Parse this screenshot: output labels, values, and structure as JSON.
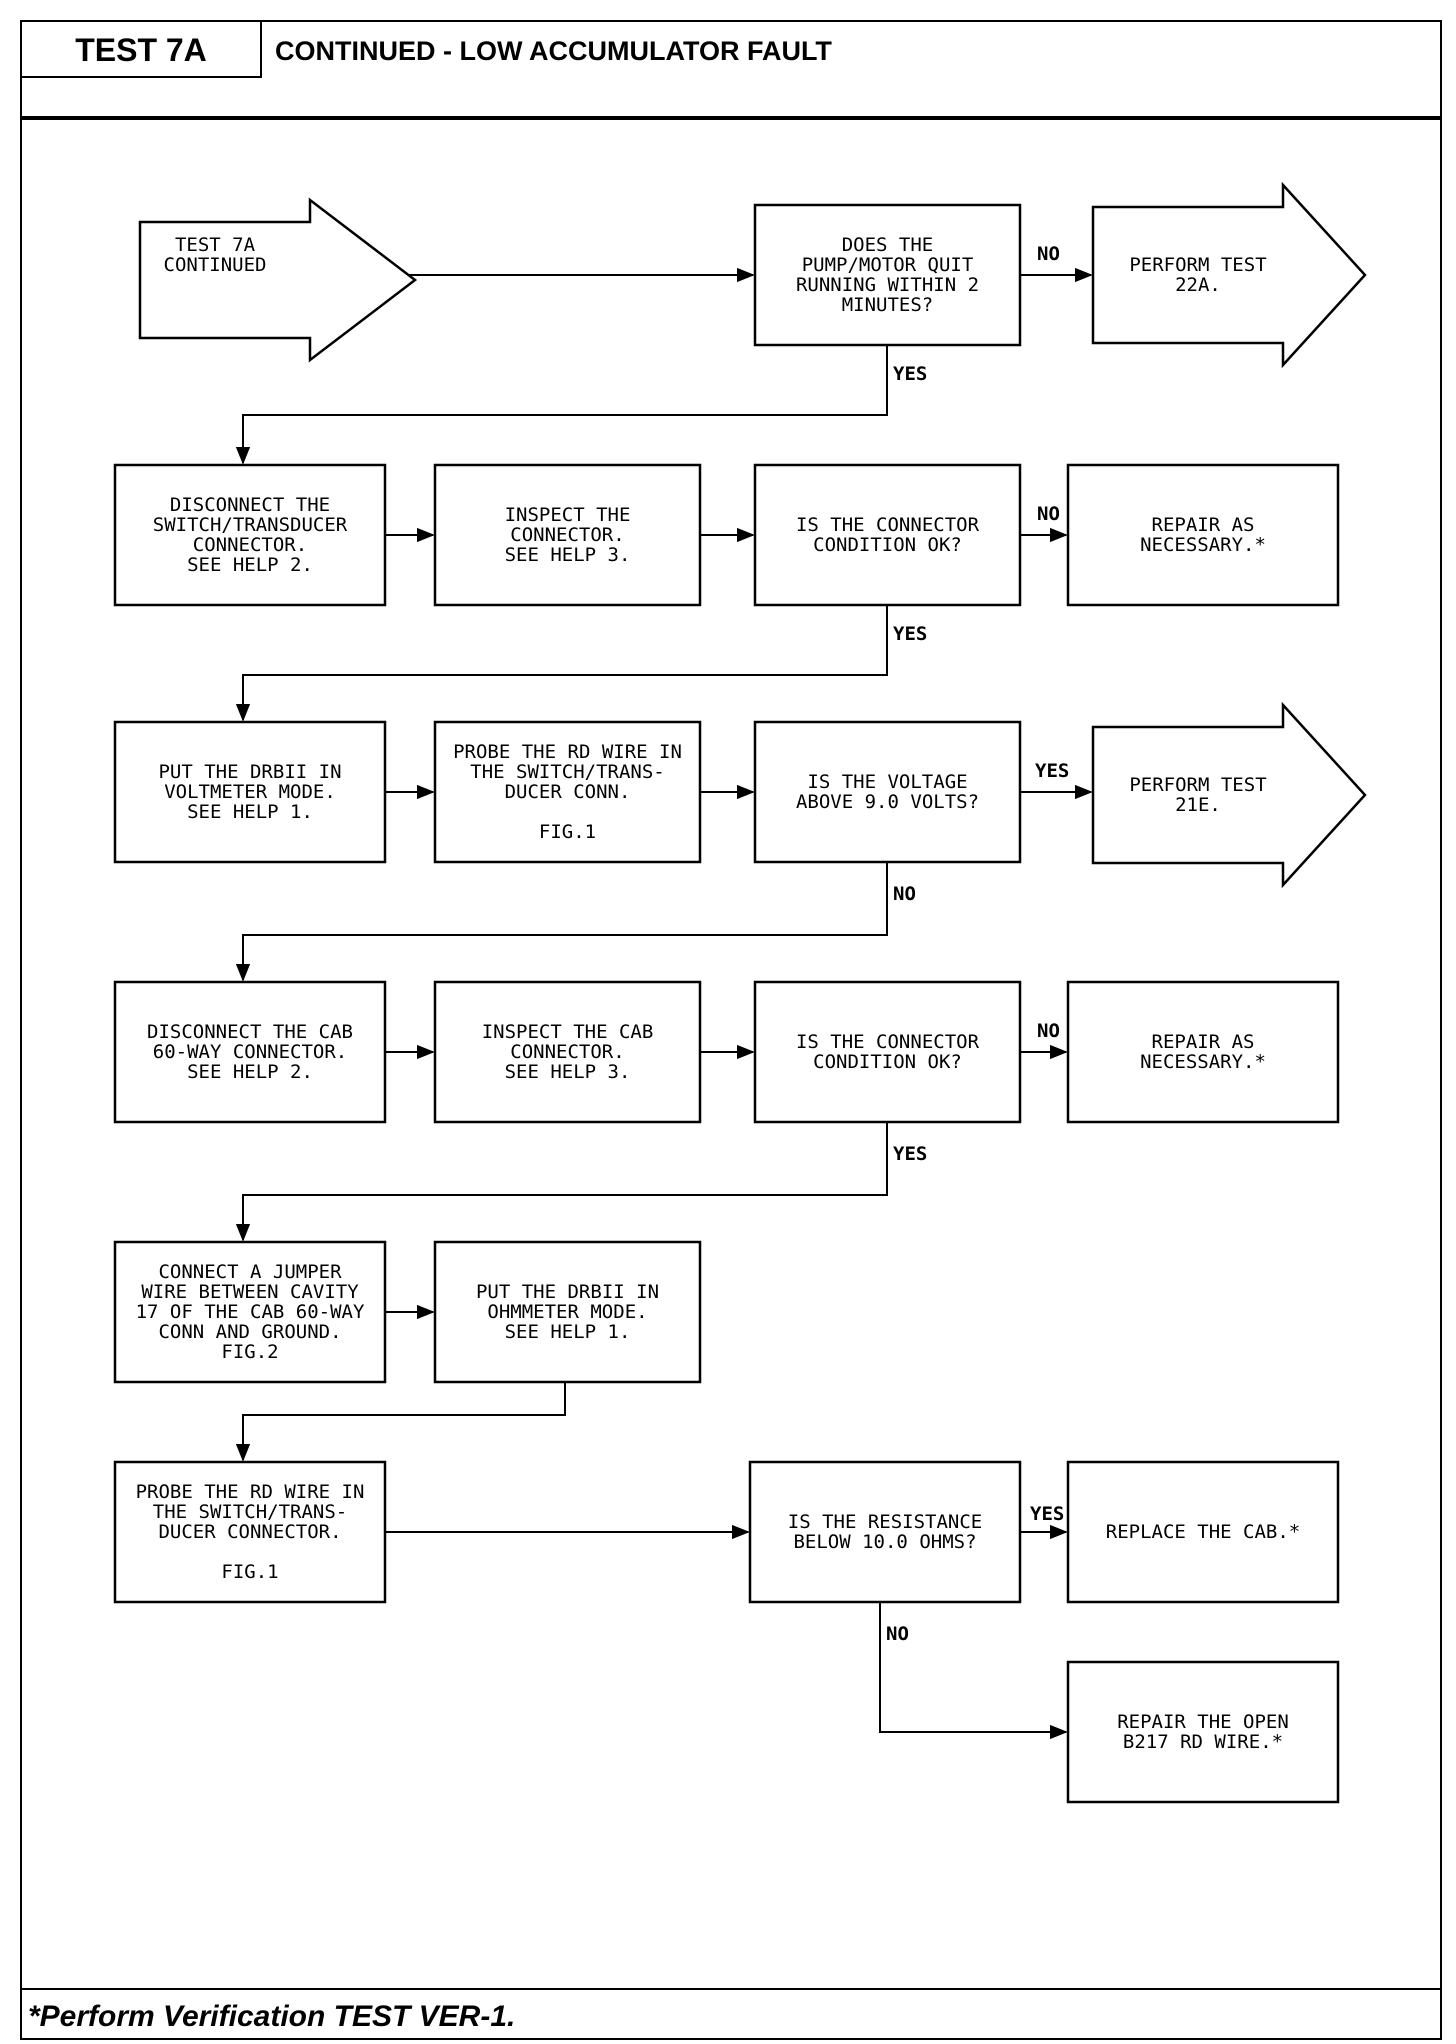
{
  "header": {
    "test_label": "TEST 7A",
    "title": "CONTINUED - LOW ACCUMULATOR FAULT"
  },
  "footer": {
    "note": "*Perform Verification TEST VER-1."
  },
  "nodes": {
    "start": [
      "TEST 7A",
      "CONTINUED"
    ],
    "q_pump": [
      "DOES THE",
      "PUMP/MOTOR QUIT",
      "RUNNING WITHIN 2",
      "MINUTES?"
    ],
    "end_22a": [
      "PERFORM TEST",
      "22A."
    ],
    "disc_switch": [
      "DISCONNECT THE",
      "SWITCH/TRANSDUCER",
      "CONNECTOR.",
      "SEE HELP 2."
    ],
    "insp_conn": [
      "INSPECT THE",
      "CONNECTOR.",
      "SEE HELP 3."
    ],
    "q_conn1": [
      "IS THE CONNECTOR",
      "CONDITION OK?"
    ],
    "repair1": [
      "REPAIR AS",
      "NECESSARY.*"
    ],
    "put_volt": [
      "PUT THE DRBII IN",
      "VOLTMETER MODE.",
      "SEE HELP 1."
    ],
    "probe_rd1": [
      "PROBE THE RD WIRE IN",
      "THE SWITCH/TRANS-",
      "DUCER CONN.",
      "",
      "FIG.1"
    ],
    "q_volt": [
      "IS THE VOLTAGE",
      "ABOVE 9.0 VOLTS?"
    ],
    "end_21e": [
      "PERFORM TEST",
      "21E."
    ],
    "disc_cab": [
      "DISCONNECT THE CAB",
      "60-WAY CONNECTOR.",
      "SEE HELP 2."
    ],
    "insp_cab": [
      "INSPECT THE CAB",
      "CONNECTOR.",
      "SEE HELP 3."
    ],
    "q_conn2": [
      "IS THE CONNECTOR",
      "CONDITION OK?"
    ],
    "repair2": [
      "REPAIR AS",
      "NECESSARY.*"
    ],
    "jumper": [
      "CONNECT A JUMPER",
      "WIRE BETWEEN CAVITY",
      "17 OF THE CAB 60-WAY",
      "CONN AND GROUND.",
      "FIG.2"
    ],
    "put_ohm": [
      "PUT THE DRBII IN",
      "OHMMETER MODE.",
      "SEE HELP 1."
    ],
    "probe_rd2": [
      "PROBE THE RD WIRE IN",
      "THE SWITCH/TRANS-",
      "DUCER CONNECTOR.",
      "",
      "FIG.1"
    ],
    "q_res": [
      "IS THE RESISTANCE",
      "BELOW 10.0 OHMS?"
    ],
    "replace_cab": [
      "REPLACE THE CAB.*"
    ],
    "repair_open": [
      "REPAIR THE OPEN",
      "B217 RD WIRE.*"
    ]
  },
  "edge_labels": {
    "pump_no": "NO",
    "pump_yes": "YES",
    "conn1_no": "NO",
    "conn1_yes": "YES",
    "volt_yes": "YES",
    "volt_no": "NO",
    "conn2_no": "NO",
    "conn2_yes": "YES",
    "res_yes": "YES",
    "res_no": "NO"
  }
}
